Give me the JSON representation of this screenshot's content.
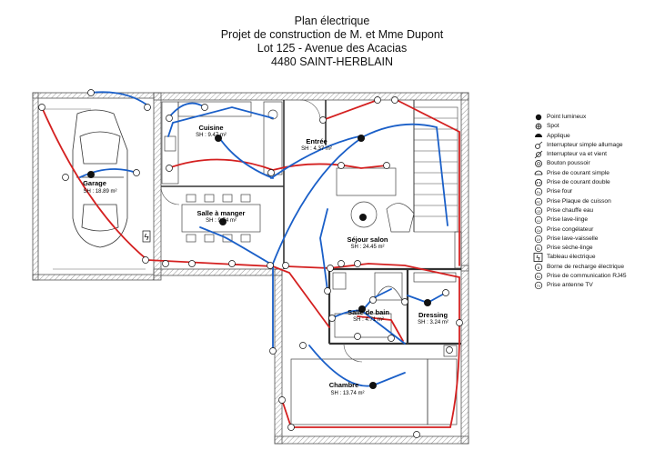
{
  "title": {
    "line1": "Plan électrique",
    "line2": "Projet de construction de M. et Mme Dupont",
    "line3": "Lot 125 - Avenue des Acacias",
    "line4": "4480 SAINT-HERBLAIN"
  },
  "rooms": {
    "garage": {
      "name": "Garage",
      "area": "SH : 18.89 m²"
    },
    "cuisine": {
      "name": "Cuisine",
      "area": "SH : 9.47 m²"
    },
    "entree": {
      "name": "Entrée",
      "area": "SH : 4.37 m²"
    },
    "salle_manger": {
      "name": "Salle à manger",
      "area": "SH : 9.74 m²"
    },
    "sejour": {
      "name": "Séjour salon",
      "area": "SH : 24.45 m²"
    },
    "salle_bain": {
      "name": "Salle de bain",
      "area": "SH : 4.71 m²"
    },
    "dressing": {
      "name": "Dressing",
      "area": "SH : 3.24 m²"
    },
    "chambre": {
      "name": "Chambre",
      "area": "SH : 13.74 m²"
    }
  },
  "legend": [
    {
      "icon": "point-lumineux-icon",
      "label": "Point lumineux"
    },
    {
      "icon": "spot-icon",
      "label": "Spot"
    },
    {
      "icon": "applique-icon",
      "label": "Applique"
    },
    {
      "icon": "interrupteur-simple-icon",
      "label": "Interrupteur simple allumage"
    },
    {
      "icon": "interrupteur-va-et-vient-icon",
      "label": "Interrupteur va et vient"
    },
    {
      "icon": "bouton-poussoir-icon",
      "label": "Bouton poussoir"
    },
    {
      "icon": "prise-simple-icon",
      "label": "Prise de courant simple"
    },
    {
      "icon": "prise-double-icon",
      "label": "Prise de courant double"
    },
    {
      "icon": "prise-four-icon",
      "label": "Prise four"
    },
    {
      "icon": "prise-plaque-icon",
      "label": "Prise Plaque de cuisson"
    },
    {
      "icon": "prise-chauffe-eau-icon",
      "label": "Prise chauffe eau"
    },
    {
      "icon": "prise-lave-linge-icon",
      "label": "Prise lave-linge"
    },
    {
      "icon": "prise-congelateur-icon",
      "label": "Prise congélateur"
    },
    {
      "icon": "prise-lave-vaisselle-icon",
      "label": "Prise lave-vaisselle"
    },
    {
      "icon": "prise-seche-linge-icon",
      "label": "Prise sèche-linge"
    },
    {
      "icon": "tableau-electrique-icon",
      "label": "Tableau électrique"
    },
    {
      "icon": "borne-recharge-icon",
      "label": "Borne de recharge électrique"
    },
    {
      "icon": "prise-rj45-icon",
      "label": "Prise de communication RJ45"
    },
    {
      "icon": "prise-tv-icon",
      "label": "Prise antenne TV"
    }
  ],
  "colors": {
    "wire_red": "#d42020",
    "wire_blue": "#1a5fc8",
    "wall": "#555555",
    "wall_fill": "#cfcfcf"
  }
}
